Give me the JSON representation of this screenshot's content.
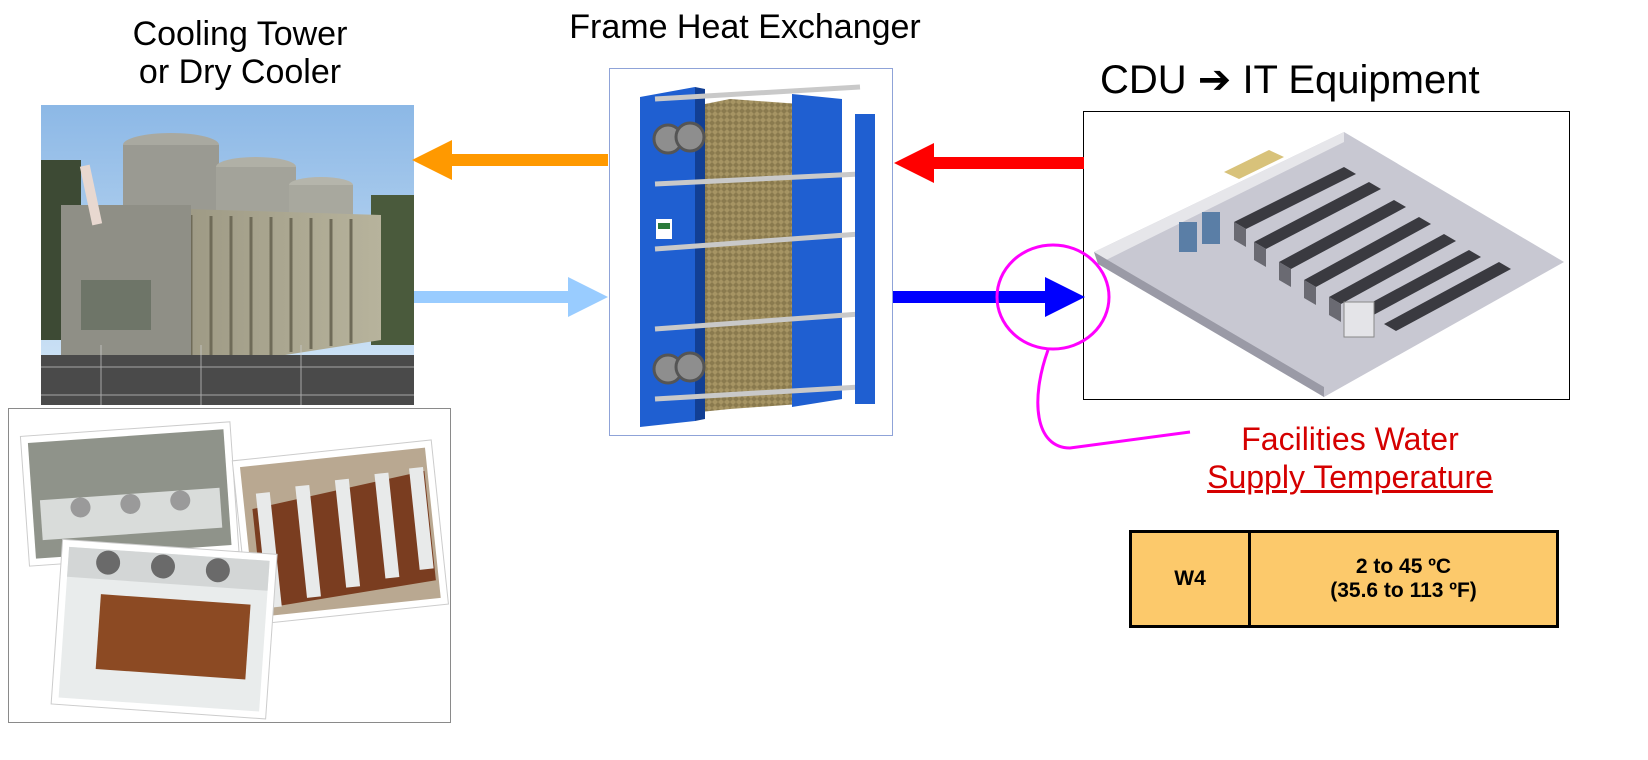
{
  "labels": {
    "tower_line1": "Cooling Tower",
    "tower_line2": "or Dry Cooler",
    "hx": "Frame Heat Exchanger",
    "cdu": "CDU",
    "cdu_arrow": "➔",
    "it": "IT Equipment",
    "facilities_line1": "Facilities Water",
    "facilities_line2": "Supply Temperature"
  },
  "spec_table": {
    "class": "W4",
    "range_c": "2 to 45 ºC",
    "range_f": "(35.6 to 113 ºF)"
  },
  "colors": {
    "hot_return": "#ff0000",
    "warm_to_tower": "#ff9900",
    "cool_from_tower": "#99ccff",
    "cold_supply": "#0000ff",
    "callout": "#ff00ff",
    "table_fill": "#fcc96b",
    "hx_frame": "#1f5fd1"
  }
}
